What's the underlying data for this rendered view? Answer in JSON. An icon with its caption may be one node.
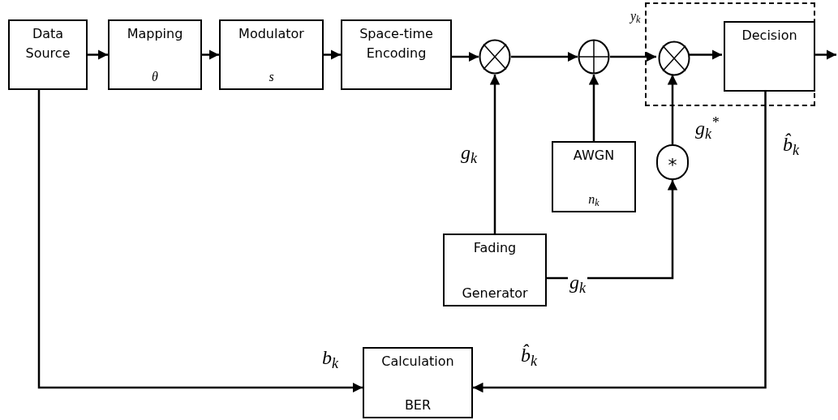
{
  "diagram": {
    "nodes": [
      {
        "text": [
          "Data Source"
        ]
      },
      {
        "text": [
          "Mapping",
          "θ"
        ]
      },
      {
        "text": [
          "Modulator",
          "s"
        ]
      },
      {
        "text": [
          "Space-time Encoding"
        ]
      },
      {
        "text": [],
        "shape": "circle"
      },
      {
        "text": [],
        "shape": "circle"
      },
      {
        "text": [],
        "shape": "box"
      },
      {
        "text": [],
        "shape": "circle",
        "in": 6
      },
      {
        "text": [
          "Decision"
        ],
        "in": 6
      },
      {
        "text": [
          "AWGN",
          "n$_{k}$"
        ]
      },
      {
        "text": [
          "*"
        ]
      },
      {
        "text": [
          "Fading",
          "Generator"
        ]
      },
      {
        "text": [
          "Calculation",
          "BER"
        ]
      }
    ],
    "edges": [
      {
        "from": 0,
        "to": 1,
        "arrow": "to"
      },
      {
        "from": 1,
        "to": 2,
        "arrow": "to"
      },
      {
        "from": 2,
        "to": 3,
        "arrow": "to"
      },
      {
        "from": 3,
        "to": 4,
        "arrow": "to"
      },
      {
        "from": 4,
        "to": 5,
        "arrow": "to"
      },
      {
        "from": 5,
        "to": 7,
        "arrow": "to",
        "label": "y$_{k}$"
      },
      {
        "from": 7,
        "to": 8,
        "arrow": "to"
      },
      {
        "from": 8,
        "to": null,
        "arrow": "to"
      },
      {
        "from": 11,
        "to": 4,
        "arrow": "to",
        "label": "g$_{k}$"
      },
      {
        "from": 9,
        "to": 5,
        "arrow": "to"
      },
      {
        "from": 11,
        "to": 10,
        "arrow": "to",
        "label": "g$_{k}$"
      },
      {
        "from": 10,
        "to": 7,
        "arrow": "to",
        "label": "g$_{k}$$^{*}$"
      },
      {
        "from": 8,
        "to": 12,
        "arrow": "to",
        "label": "b̂$_{k}$"
      },
      {
        "from": 0,
        "to": 12,
        "arrow": "to",
        "label": "b$_{k}$"
      }
    ],
    "labels": [
      "b̂$_{k}$"
    ]
  }
}
